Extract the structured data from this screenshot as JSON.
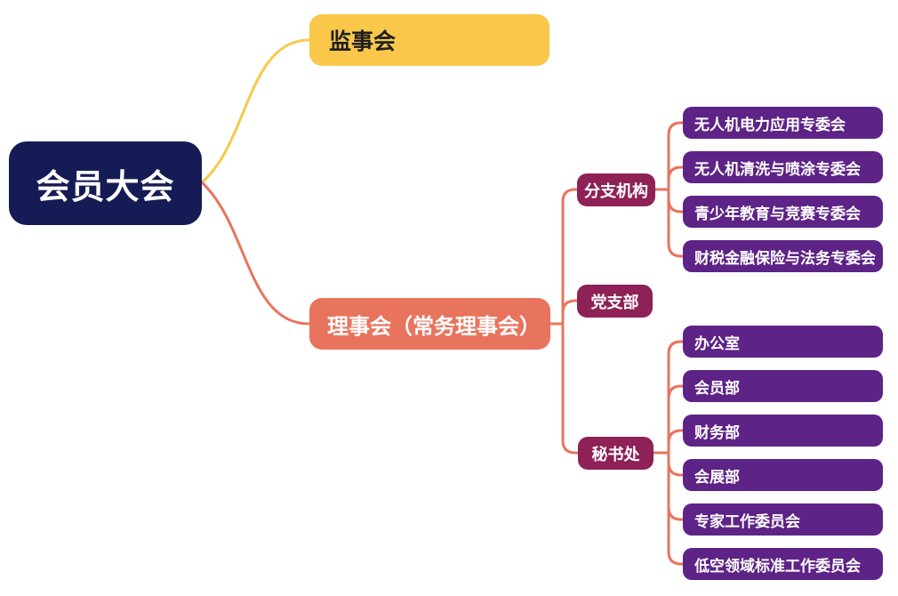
{
  "colors": {
    "background": "#ffffff",
    "root_fill": "#151c55",
    "supervisory_fill": "#f9c84a",
    "council_fill": "#e8745e",
    "mid_fill": "#8e2156",
    "leaf_fill": "#5e2386",
    "edge_yellow": "#f9c84a",
    "edge_salmon": "#e8745e",
    "light_text": "#ffffff",
    "dark_text": "#1f1f1f"
  },
  "mindmap": {
    "root": {
      "label": "会员大会"
    },
    "supervisory_board": {
      "label": "监事会"
    },
    "council": {
      "label": "理事会（常务理事会）"
    },
    "branch_organizations": {
      "label": "分支机构",
      "children": [
        "无人机电力应用专委会",
        "无人机清洗与喷涂专委会",
        "青少年教育与竞赛专委会",
        "财税金融保险与法务专委会"
      ]
    },
    "party_branch": {
      "label": "党支部"
    },
    "secretariat": {
      "label": "秘书处",
      "children": [
        "办公室",
        "会员部",
        "财务部",
        "会展部",
        "专家工作委员会",
        "低空领域标准工作委员会"
      ]
    }
  }
}
